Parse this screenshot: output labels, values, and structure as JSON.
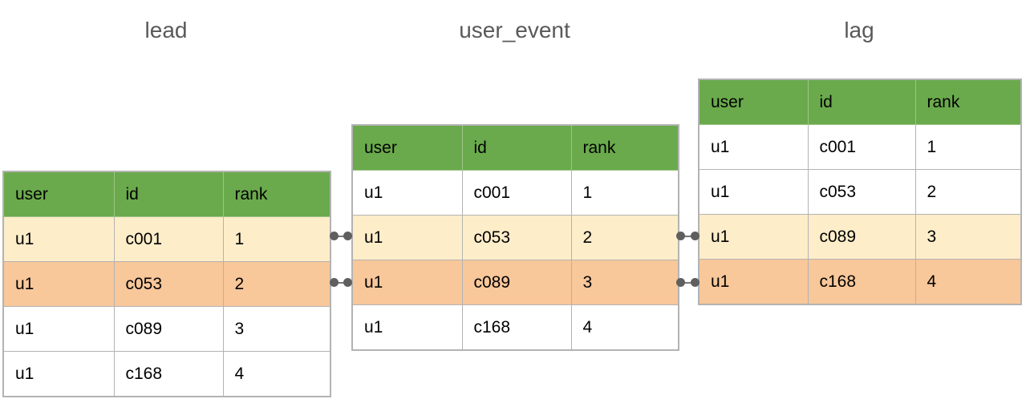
{
  "diagram": {
    "caption": "",
    "colors": {
      "header_green": "#6aaa4c",
      "highlight_cream": "#fdedc9",
      "highlight_orange": "#f8c79a",
      "emphasis_red": "#ff0000",
      "border_gray": "#b3b3b3",
      "title_gray": "#595959",
      "connector_gray": "#5f5f5f",
      "background": "#ffffff"
    }
  },
  "tables": [
    {
      "id": "lead",
      "title": "lead",
      "columns": [
        "user",
        "id",
        "rank"
      ],
      "rows": [
        {
          "user": "u1",
          "id": "c001",
          "rank": "1",
          "highlight": "cream",
          "rank_red": true
        },
        {
          "user": "u1",
          "id": "c053",
          "rank": "2",
          "highlight": "orange",
          "rank_red": true
        },
        {
          "user": "u1",
          "id": "c089",
          "rank": "3",
          "highlight": "none",
          "rank_red": false
        },
        {
          "user": "u1",
          "id": "c168",
          "rank": "4",
          "highlight": "none",
          "rank_red": false
        }
      ]
    },
    {
      "id": "user_event",
      "title": "user_event",
      "columns": [
        "user",
        "id",
        "rank"
      ],
      "rows": [
        {
          "user": "u1",
          "id": "c001",
          "rank": "1",
          "highlight": "none",
          "rank_red": false
        },
        {
          "user": "u1",
          "id": "c053",
          "rank": "2",
          "highlight": "cream",
          "rank_red": true
        },
        {
          "user": "u1",
          "id": "c089",
          "rank": "3",
          "highlight": "orange",
          "rank_red": true
        },
        {
          "user": "u1",
          "id": "c168",
          "rank": "4",
          "highlight": "none",
          "rank_red": false
        }
      ]
    },
    {
      "id": "lag",
      "title": "lag",
      "columns": [
        "user",
        "id",
        "rank"
      ],
      "rows": [
        {
          "user": "u1",
          "id": "c001",
          "rank": "1",
          "highlight": "none",
          "rank_red": false
        },
        {
          "user": "u1",
          "id": "c053",
          "rank": "2",
          "highlight": "none",
          "rank_red": false
        },
        {
          "user": "u1",
          "id": "c089",
          "rank": "3",
          "highlight": "cream",
          "rank_red": true
        },
        {
          "user": "u1",
          "id": "c168",
          "rank": "4",
          "highlight": "orange",
          "rank_red": true
        }
      ]
    }
  ],
  "connectors": [
    {
      "from": "lead",
      "from_row": 0,
      "to": "user_event",
      "to_row": 1,
      "style": "cream"
    },
    {
      "from": "lead",
      "from_row": 1,
      "to": "user_event",
      "to_row": 2,
      "style": "orange"
    },
    {
      "from": "user_event",
      "from_row": 1,
      "to": "lag",
      "to_row": 2,
      "style": "cream"
    },
    {
      "from": "user_event",
      "from_row": 2,
      "to": "lag",
      "to_row": 3,
      "style": "orange"
    }
  ]
}
